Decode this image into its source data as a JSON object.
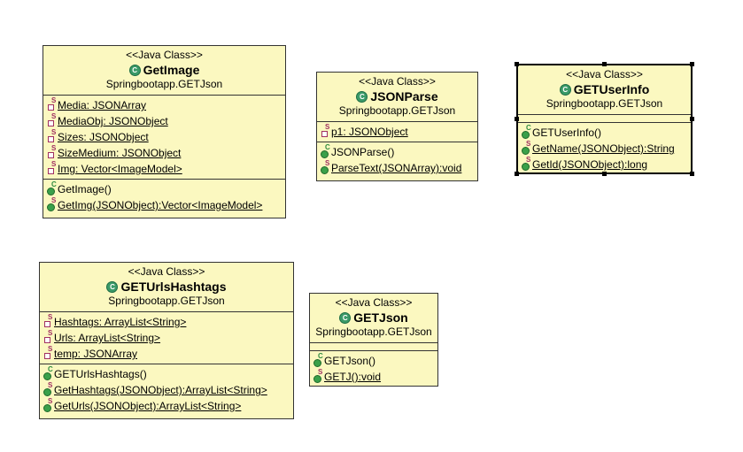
{
  "colors": {
    "class_fill": "#fbf8c0",
    "border": "#333333",
    "static_field": "#a03060",
    "method_dot": "#3aa04a",
    "class_icon": "#3a9a68"
  },
  "icons": {
    "class": "class-c-icon",
    "field": "private-field-icon",
    "method": "public-method-icon"
  },
  "classes": [
    {
      "stereotype": "<<Java Class>>",
      "name": "GetImage",
      "package": "Springbootapp.GETJson",
      "fields": [
        {
          "text": "Media: JSONArray",
          "mod": "S",
          "static": true
        },
        {
          "text": "MediaObj: JSONObject",
          "mod": "S",
          "static": true
        },
        {
          "text": "Sizes: JSONObject",
          "mod": "S",
          "static": true
        },
        {
          "text": "SizeMedium: JSONObject",
          "mod": "S",
          "static": true
        },
        {
          "text": "Img: Vector<ImageModel>",
          "mod": "S",
          "static": true
        }
      ],
      "methods": [
        {
          "text": "GetImage()",
          "mod": "C",
          "static": false
        },
        {
          "text": "GetImg(JSONObject):Vector<ImageModel>",
          "mod": "S",
          "static": true
        }
      ]
    },
    {
      "stereotype": "<<Java Class>>",
      "name": "JSONParse",
      "package": "Springbootapp.GETJson",
      "fields": [
        {
          "text": "p1: JSONObject",
          "mod": "S",
          "static": true
        }
      ],
      "methods": [
        {
          "text": "JSONParse()",
          "mod": "C",
          "static": false
        },
        {
          "text": "ParseText(JSONArray):void",
          "mod": "S",
          "static": true
        }
      ]
    },
    {
      "stereotype": "<<Java Class>>",
      "name": "GETUserInfo",
      "package": "Springbootapp.GETJson",
      "fields": [],
      "methods": [
        {
          "text": "GETUserInfo()",
          "mod": "C",
          "static": false
        },
        {
          "text": "GetName(JSONObject):String",
          "mod": "S",
          "static": true
        },
        {
          "text": "GetId(JSONObject):long",
          "mod": "S",
          "static": true
        }
      ]
    },
    {
      "stereotype": "<<Java Class>>",
      "name": "GETUrlsHashtags",
      "package": "Springbootapp.GETJson",
      "fields": [
        {
          "text": "Hashtags: ArrayList<String>",
          "mod": "S",
          "static": true
        },
        {
          "text": "Urls: ArrayList<String>",
          "mod": "S",
          "static": true
        },
        {
          "text": "temp: JSONArray",
          "mod": "S",
          "static": true
        }
      ],
      "methods": [
        {
          "text": "GETUrlsHashtags()",
          "mod": "C",
          "static": false
        },
        {
          "text": "GetHashtags(JSONObject):ArrayList<String>",
          "mod": "S",
          "static": true
        },
        {
          "text": "GetUrls(JSONObject):ArrayList<String>",
          "mod": "S",
          "static": true
        }
      ]
    },
    {
      "stereotype": "<<Java Class>>",
      "name": "GETJson",
      "package": "Springbootapp.GETJson",
      "fields": [],
      "methods": [
        {
          "text": "GETJson()",
          "mod": "C",
          "static": false
        },
        {
          "text": "GETJ():void",
          "mod": "S",
          "static": true
        }
      ]
    }
  ]
}
